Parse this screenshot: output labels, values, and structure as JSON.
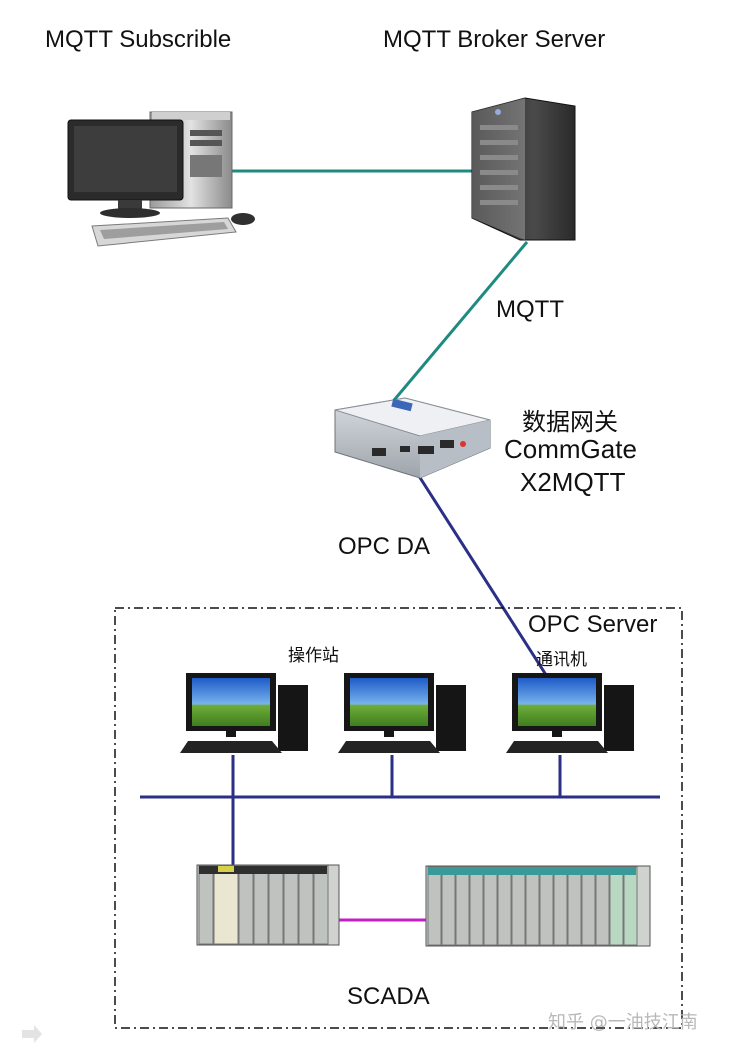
{
  "labels": {
    "mqtt_subscribe": "MQTT Subscrible",
    "mqtt_broker": "MQTT Broker Server",
    "mqtt_protocol": "MQTT",
    "gateway_cn": "数据网关",
    "gateway_name": "CommGate",
    "gateway_model": "X2MQTT",
    "opc_da": "OPC DA",
    "opc_server": "OPC Server",
    "operator_station": "操作站",
    "comm_machine": "通讯机",
    "scada": "SCADA"
  },
  "watermark": "知乎 @一油技江南",
  "colors": {
    "mqtt_link": "#1f8a80",
    "opc_link": "#2b2f86",
    "network_bus": "#2b2f86",
    "plc_link": "#c21fc4",
    "dashed_border": "#111111"
  }
}
